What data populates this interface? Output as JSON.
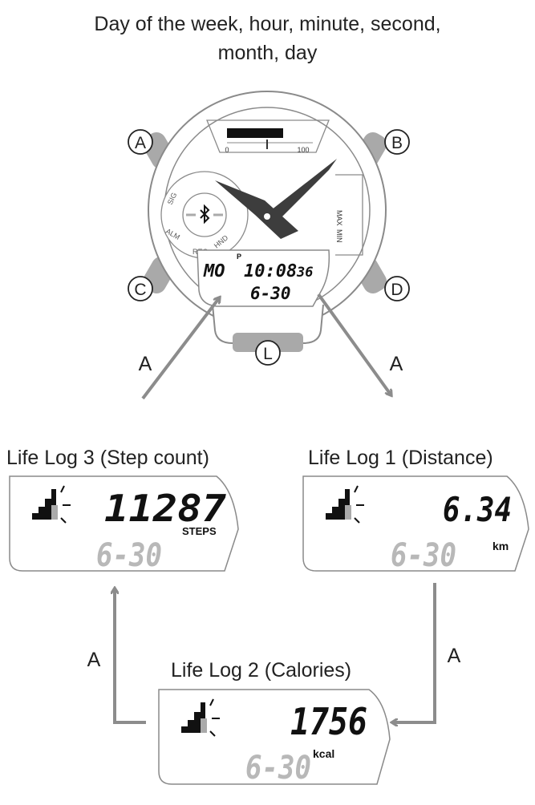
{
  "caption": {
    "line1": "Day of the week, hour, minute, second,",
    "line2": "month, day"
  },
  "watch": {
    "buttons": {
      "a": "A",
      "b": "B",
      "c": "C",
      "d": "D",
      "l": "L"
    },
    "gauge": {
      "min_label": "0",
      "max_label": "100"
    },
    "subdial_labels": {
      "sig": "SIG",
      "alm": "ALM",
      "rec": "REC",
      "hnd": "HND",
      "max": "MAX",
      "min": "MIN"
    },
    "lcd": {
      "day": "MO",
      "pm": "P",
      "time": "10:08",
      "seconds": "36",
      "date": "6-30"
    }
  },
  "arrows": {
    "left": "A",
    "right": "A",
    "bottom_right": "A",
    "bottom_left": "A"
  },
  "life_logs": {
    "steps": {
      "title": "Life Log 3 (Step count)",
      "value": "11287",
      "unit": "STEPS",
      "date": "6-30"
    },
    "distance": {
      "title": "Life Log 1 (Distance)",
      "value": "6.34",
      "unit": "km",
      "date": "6-30"
    },
    "calories": {
      "title": "Life Log 2 (Calories)",
      "value": "1756",
      "unit": "kcal",
      "date": "6-30"
    }
  },
  "colors": {
    "outline": "#8a8a8a",
    "arrow": "#8c8c8c",
    "hand": "#3d3d3d",
    "button": "#a9a9a9",
    "dim_digits": "#b8b8b8",
    "text": "#111111"
  }
}
